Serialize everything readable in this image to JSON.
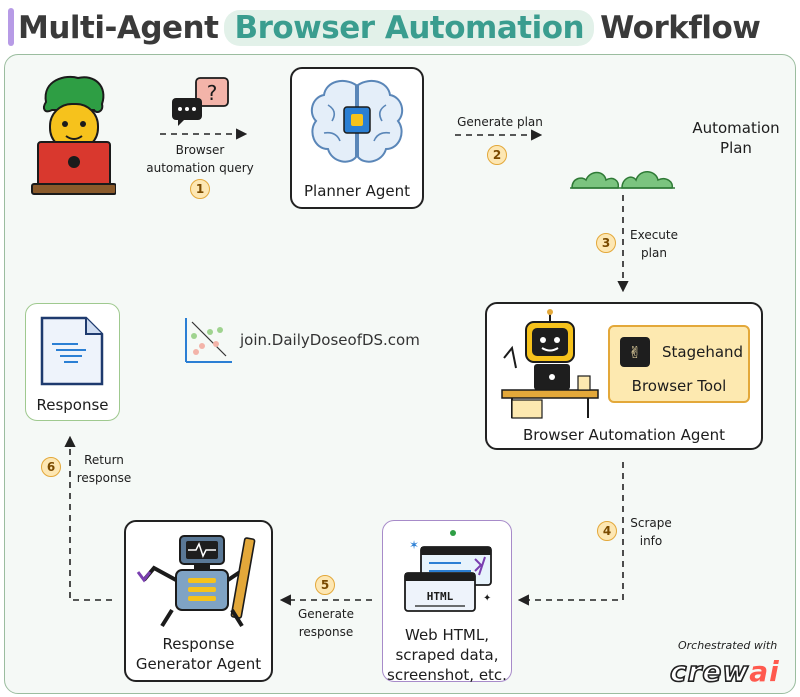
{
  "header": {
    "title_part1": "Multi-Agent",
    "title_part2": "Browser Automation",
    "title_part3": "Workflow"
  },
  "nodes": {
    "planner": {
      "label": "Planner Agent",
      "icon": "brain-chip-icon"
    },
    "plan": {
      "label_line1": "Automation",
      "label_line2": "Plan",
      "icon": "bushes-icon"
    },
    "browser_agent": {
      "label": "Browser Automation Agent",
      "icon": "robot-at-desk-icon"
    },
    "browser_tool": {
      "name": "Stagehand",
      "subtitle": "Browser Tool",
      "icon": "stagehand-logo-icon"
    },
    "web_data": {
      "line1": "Web HTML,",
      "line2": "scraped data,",
      "line3": "screenshot, etc.",
      "icon": "html-window-icon"
    },
    "responder": {
      "line1": "Response",
      "line2": "Generator Agent",
      "icon": "robot-with-pencil-icon"
    },
    "response": {
      "label": "Response",
      "icon": "document-icon"
    },
    "user": {
      "icon": "user-at-laptop-icon"
    }
  },
  "edges": [
    {
      "step": "1",
      "line1": "Browser",
      "line2": "automation query"
    },
    {
      "step": "2",
      "line1": "Generate plan",
      "line2": ""
    },
    {
      "step": "3",
      "line1": "Execute",
      "line2": "plan"
    },
    {
      "step": "4",
      "line1": "Scrape",
      "line2": "info"
    },
    {
      "step": "5",
      "line1": "Generate",
      "line2": "response"
    },
    {
      "step": "6",
      "line1": "Return",
      "line2": "response"
    }
  ],
  "branding": {
    "watermark": "join.DailyDoseofDS.com",
    "orchestrated_with": "Orchestrated with",
    "crew": "crew",
    "ai": "ai"
  },
  "colors": {
    "title_accent": "#3a9d8f",
    "step_badge": "#fde7b3",
    "tool_box": "#fde9b0",
    "frame_border": "#9bbd9f",
    "web_node_border": "#a78bc9",
    "response_node_border": "#9fc98f"
  }
}
